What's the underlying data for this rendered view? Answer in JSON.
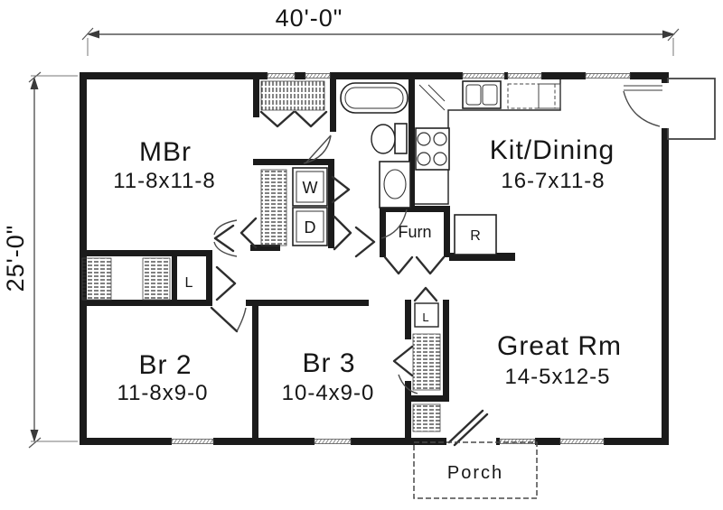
{
  "drawing": {
    "type": "floor-plan",
    "overall_width": "40'-0\"",
    "overall_depth": "25'-0\""
  },
  "rooms": {
    "mbr": {
      "name": "MBr",
      "size": "11-8x11-8"
    },
    "kit": {
      "name": "Kit/Dining",
      "size": "16-7x11-8"
    },
    "br2": {
      "name": "Br 2",
      "size": "11-8x9-0"
    },
    "br3": {
      "name": "Br 3",
      "size": "10-4x9-0"
    },
    "great": {
      "name": "Great Rm",
      "size": "14-5x12-5"
    },
    "porch": {
      "name": "Porch"
    }
  },
  "fixtures": {
    "washer": "W",
    "dryer": "D",
    "furnace": "Furn",
    "refrigerator": "R",
    "linen_hall": "L",
    "linen_br3": "L"
  },
  "colors": {
    "ink": "#1b1b1b",
    "background": "#ffffff"
  }
}
